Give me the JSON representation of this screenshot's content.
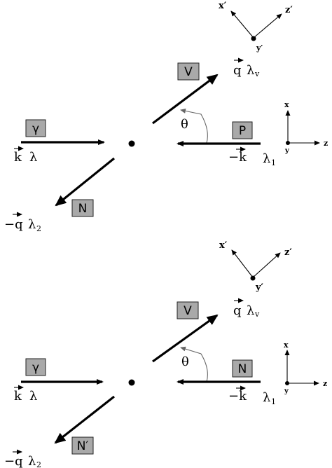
{
  "panels": [
    {
      "id": "top",
      "boxes": {
        "photon": "γ",
        "vector": "V",
        "target": "P",
        "nucleon": "N"
      },
      "labels": {
        "k_vec": "k",
        "lambda": "λ",
        "minus_k": "−k",
        "lambda_1": "λ",
        "lambda_1_sub": "1",
        "q_vec": "q",
        "lambda_v": "λ",
        "lambda_v_sub": "v",
        "minus_q": "−q",
        "lambda_2": "λ",
        "lambda_2_sub": "2",
        "theta": "θ"
      },
      "frame_prime": {
        "x": "x′",
        "y": "y′",
        "z": "z′"
      },
      "frame": {
        "x": "x",
        "y": "y",
        "z": "z"
      }
    },
    {
      "id": "bottom",
      "boxes": {
        "photon": "γ",
        "vector": "V",
        "target": "N",
        "nucleon": "N′"
      },
      "labels": {
        "k_vec": "k",
        "lambda": "λ",
        "minus_k": "−k",
        "lambda_1": "λ",
        "lambda_1_sub": "1",
        "q_vec": "q",
        "lambda_v": "λ",
        "lambda_v_sub": "v",
        "minus_q": "−q",
        "lambda_2": "λ",
        "lambda_2_sub": "2",
        "theta": "θ"
      },
      "frame_prime": {
        "x": "x′",
        "y": "y′",
        "z": "z′"
      },
      "frame": {
        "x": "x",
        "y": "y",
        "z": "z"
      }
    }
  ]
}
